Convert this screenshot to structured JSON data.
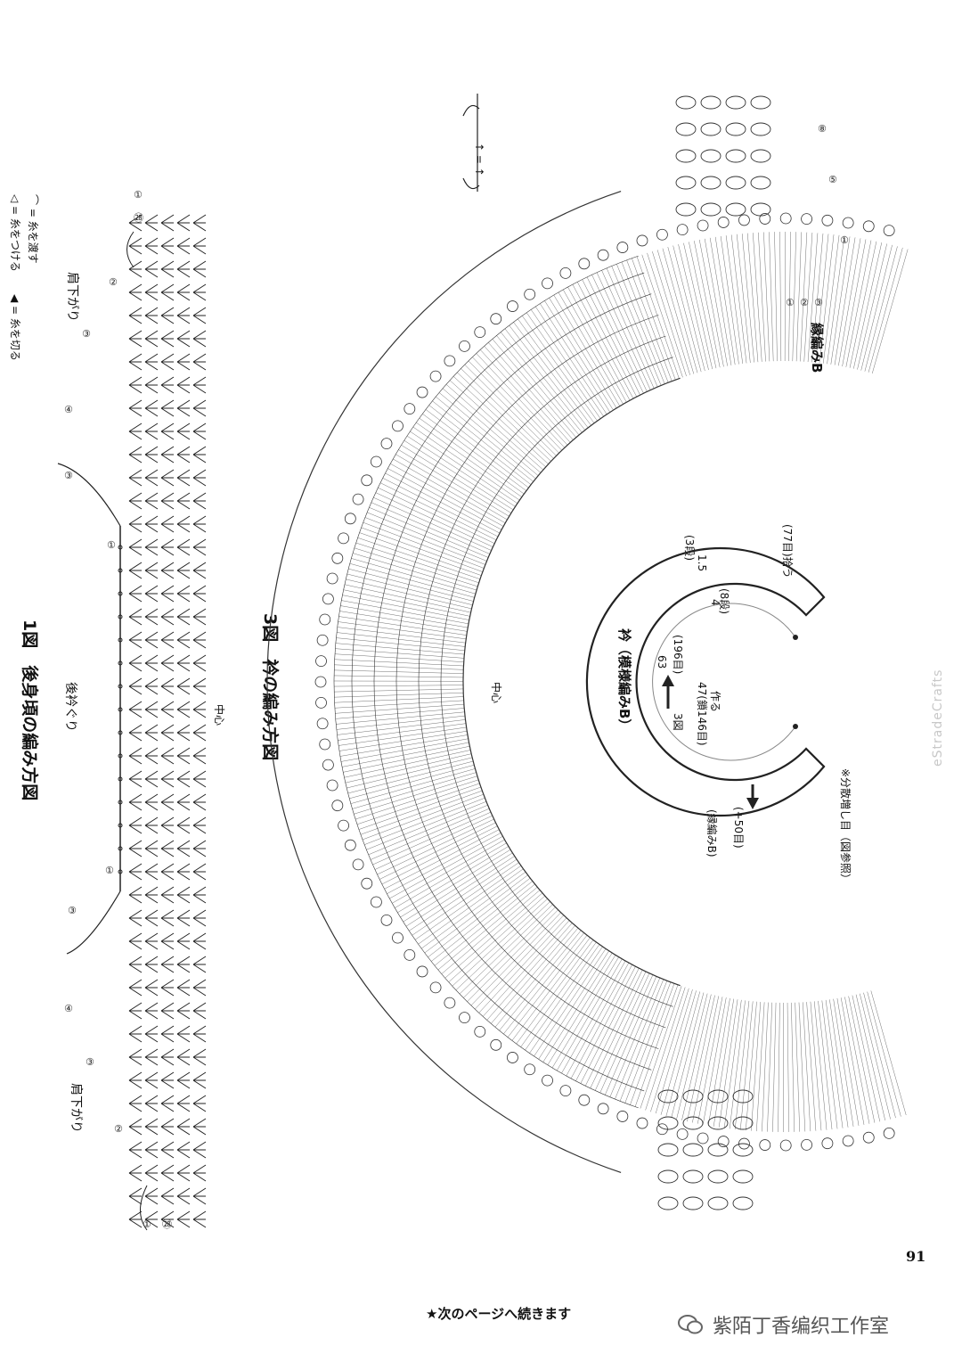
{
  "legend": {
    "attach": "◁ = 糸をつける",
    "cut": "◀ = 糸を切る",
    "carry": "⌒ = 糸を渡す"
  },
  "fig1": {
    "title": "1図　後身頃の編み方図",
    "neck_label": "後衿ぐり",
    "center": "中心",
    "shoulder_left": "肩下がり",
    "shoulder_right": "肩下がり",
    "row_markers": [
      "①",
      "㉘",
      "②",
      "③",
      "④",
      "③",
      "①",
      "①",
      "③",
      "④",
      "③",
      "②",
      "①",
      "㉘"
    ]
  },
  "fig3": {
    "title": "3図　衿の編み方図",
    "center": "中心",
    "edge_label": "縁編みB",
    "edge_rows": [
      "⑧",
      "⑤",
      "①"
    ],
    "bracket_rows": [
      "①",
      "②",
      "③"
    ],
    "top_symbol": "↑ = ↑"
  },
  "schematic": {
    "collar_label": "衿（模様編みB）",
    "fig_ref": "3図",
    "outer_count": "63",
    "outer_stitches": "(196目)",
    "inner_count": "47(鎖146目)",
    "inner_make": "作る",
    "pickup": "(77目)拾う",
    "edge_b": "(縁編みB)",
    "edge_inc": "(+50目)",
    "width_1": "1.5",
    "rows_1": "(3段)",
    "width_2": "4",
    "rows_2": "(8段)",
    "note": "※分散増し目（図参照）"
  },
  "footer": {
    "continue": "★次のページへ続きます",
    "page_number": "91",
    "watermark": "紫陌丁香编织工作室",
    "faint_mark": "eStradeCrafts"
  }
}
